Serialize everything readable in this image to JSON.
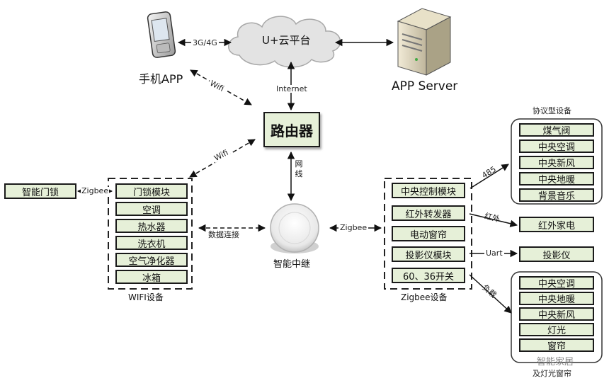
{
  "top": {
    "phone_label": "手机APP",
    "link_3g4g": "3G/4G",
    "cloud_label": "U+云平台",
    "server_label": "APP Server",
    "link_internet": "Internet",
    "link_wifi_phone": "Wifi"
  },
  "center": {
    "router_label": "路由器",
    "link_wifi_router": "Wifi",
    "link_network_cable": [
      "网",
      "线"
    ],
    "repeater_label": "智能中继",
    "link_data": "数据连接",
    "link_zigbee_right": "Zigbee"
  },
  "left": {
    "smart_lock": "智能门锁",
    "link_zigbee_left": "Zigbee",
    "wifi_devices": [
      "门锁模块",
      "空调",
      "热水器",
      "洗衣机",
      "空气净化器",
      "冰箱"
    ],
    "group_label": "WIFI设备"
  },
  "right": {
    "zigbee_devices": [
      "中央控制模块",
      "红外转发器",
      "电动窗帘",
      "投影仪模块",
      "60、36开关"
    ],
    "group_label": "Zigbee设备",
    "protocol_title": "协议型设备",
    "protocol_devices": [
      "煤气阀",
      "中央空调",
      "中央新风",
      "中央地暖",
      "背景音乐"
    ],
    "link_485": "485",
    "link_ir": "红外",
    "ir_appliance": "红外家电",
    "link_uart": "Uart",
    "projector": "投影仪",
    "link_load": "负载",
    "load_devices": [
      "中央空调",
      "中央地暖",
      "中央新风",
      "灯光",
      "窗帘"
    ],
    "load_group_label": "及灯光窗帘"
  },
  "watermark": "智能家居"
}
